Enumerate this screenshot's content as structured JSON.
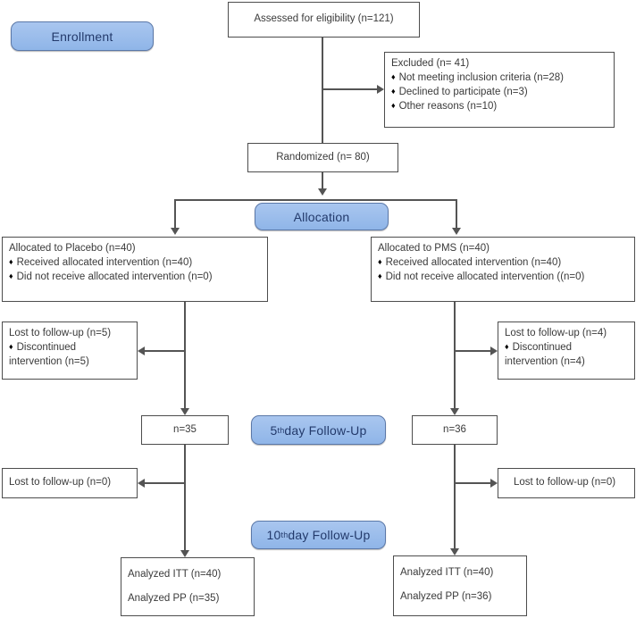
{
  "diagram": {
    "type": "consort-flow-diagram",
    "stage_labels": [
      {
        "id": "enrollment",
        "text": "Enrollment"
      },
      {
        "id": "allocation",
        "text": "Allocation"
      },
      {
        "id": "followup5",
        "pre": "5",
        "sup": "th",
        "post": " day Follow-Up"
      },
      {
        "id": "followup10",
        "pre": "10",
        "sup": "th",
        "post": " day Follow-Up"
      }
    ],
    "assessed": {
      "title": "Assessed for eligibility (n=121)"
    },
    "excluded": {
      "title": "Excluded (n= 41)",
      "items": [
        "Not meeting inclusion criteria (n=28)",
        "Declined to participate (n=3)",
        "Other reasons (n=10)"
      ]
    },
    "randomized": {
      "title": "Randomized  (n= 80)"
    },
    "allocated_left": {
      "title": "Allocated to Placebo (n=40)",
      "items": [
        "Received  allocated intervention  (n=40)",
        "Did not receive  allocated intervention  (n=0)"
      ]
    },
    "allocated_right": {
      "title": "Allocated to PMS (n=40)",
      "items": [
        "Received  allocated intervention  (n=40)",
        "Did not receive  allocated intervention  ((n=0)"
      ]
    },
    "lost_left_5": {
      "title": "Lost to follow-up  (n=5)",
      "items": [
        "Discontinued",
        "intervention  (n=5)"
      ]
    },
    "lost_right_5": {
      "title": "Lost to follow-up  (n=4)",
      "items": [
        "Discontinued",
        "intervention  (n=4)"
      ]
    },
    "followup_left_n": {
      "title": "n=35"
    },
    "followup_right_n": {
      "title": "n=36"
    },
    "lost_left_10": {
      "title": "Lost to follow-up  (n=0)"
    },
    "lost_right_10": {
      "title": "Lost to follow-up  (n=0)"
    },
    "analyzed_left": {
      "line1": "Analyzed ITT  (n=40)",
      "line2": "Analyzed PP (n=35)"
    },
    "analyzed_right": {
      "line1": "Analyzed ITT  (n=40)",
      "line2": "Analyzed PP (n=36)"
    },
    "bullet_glyph": "♦",
    "colors": {
      "pill_fill": "#a9c6ef",
      "pill_border": "#5b78a8",
      "pill_text": "#233a6b",
      "box_border": "#4d4d4d",
      "line": "#545454",
      "text": "#3a3a3a"
    }
  }
}
